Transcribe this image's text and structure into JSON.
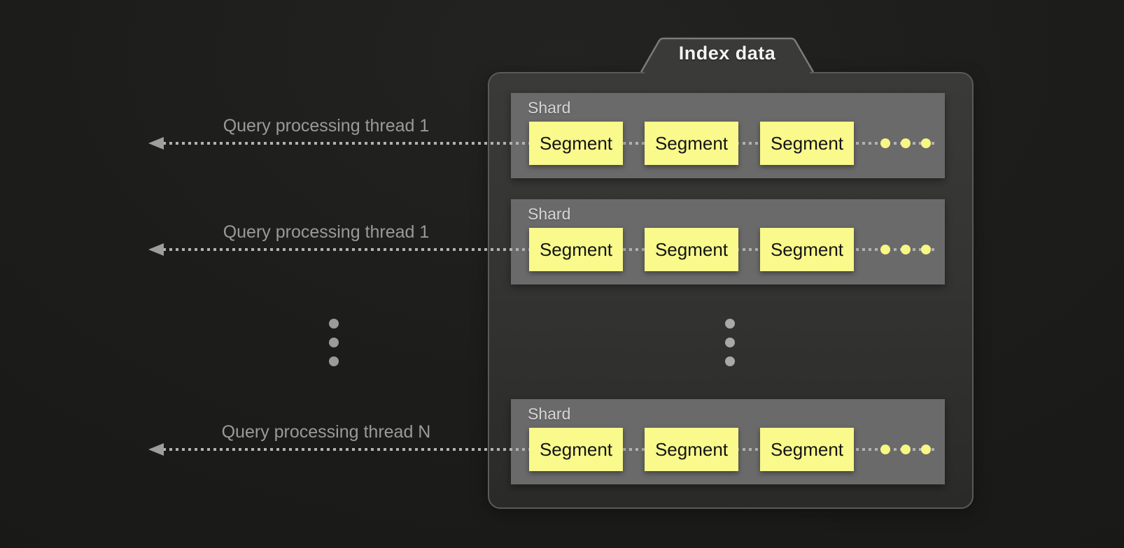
{
  "diagram": {
    "index_group": {
      "tab_label": "Index data",
      "shards": [
        {
          "label": "Shard",
          "segments": [
            "Segment",
            "Segment",
            "Segment"
          ]
        },
        {
          "label": "Shard",
          "segments": [
            "Segment",
            "Segment",
            "Segment"
          ]
        },
        {
          "label": "Shard",
          "segments": [
            "Segment",
            "Segment",
            "Segment"
          ]
        }
      ]
    },
    "threads": [
      {
        "label": "Query processing thread 1"
      },
      {
        "label": "Query processing thread 1"
      },
      {
        "label": "Query processing thread N"
      }
    ],
    "icons": {
      "arrowhead": "left-arrowhead",
      "more_segments": "horizontal-ellipsis-dots",
      "continuation": "vertical-ellipsis-dots"
    },
    "colors": {
      "background": "#1c1c1a",
      "panel_fill": "#333331",
      "panel_border": "#5a5a58",
      "shard_fill": "#6a6a6a",
      "segment_fill": "#f9f98c",
      "segment_text": "#141414",
      "arrow_gray": "#9e9e9e",
      "thread_label_text": "#9a9a9a",
      "tab_text": "#f4f4f4",
      "ellipsis_yellow": "#f7f784"
    }
  }
}
